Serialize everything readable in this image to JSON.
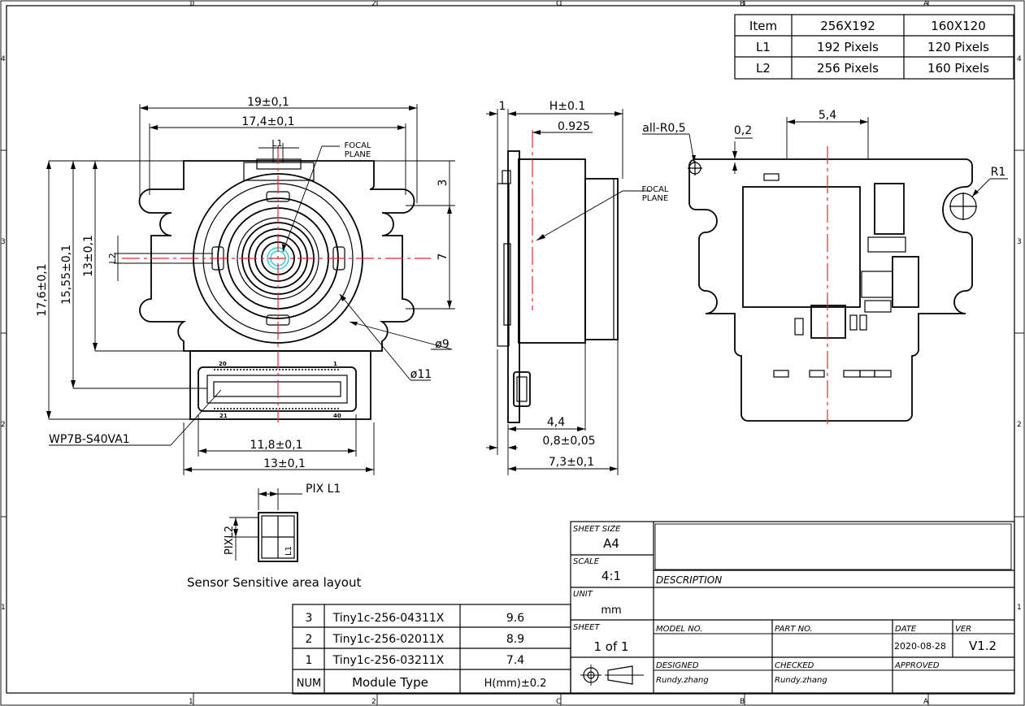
{
  "border_zones": {
    "top": [
      "1",
      "2",
      "C",
      "B",
      "A"
    ],
    "bottom": [
      "1",
      "2",
      "C",
      "B",
      "A"
    ],
    "left": [
      "4",
      "3",
      "2",
      "1"
    ],
    "right": [
      "4",
      "3",
      "2",
      "1"
    ]
  },
  "pixel_table": {
    "headers": [
      "Item",
      "256X192",
      "160X120"
    ],
    "rows": [
      [
        "L1",
        "192 Pixels",
        "120 Pixels"
      ],
      [
        "L2",
        "256 Pixels",
        "160 Pixels"
      ]
    ]
  },
  "front_view": {
    "dim_width_outer": "19±0,1",
    "dim_width_inner": "17,4±0,1",
    "dim_l1": "L1",
    "focal_plane_1": "FOCAL",
    "focal_plane_2": "PLANE",
    "dim_3": "3",
    "dim_7": "7",
    "dim_height_total": "17,6±0,1",
    "dim_height_mid": "15,55±0,1",
    "dim_height_inner": "13±0,1",
    "dim_l2": "L2",
    "dia_9": "ø9",
    "dia_11": "ø11",
    "connector_pin_20": "20",
    "connector_pin_1": "1",
    "connector_pin_21": "21",
    "connector_pin_40": "40",
    "connector_label": "WP7B-S40VA1",
    "dim_bottom_inner": "11,8±0,1",
    "dim_bottom_outer": "13±0,1"
  },
  "side_view": {
    "dim_1": "1",
    "dim_h": "H±0.1",
    "dim_0925": "0.925",
    "focal_plane_1": "FOCAL",
    "focal_plane_2": "PLANE",
    "dim_44": "4,4",
    "dim_08": "0,8±0,05",
    "dim_73": "7,3±0,1"
  },
  "back_view": {
    "dim_r05": "all-R0,5",
    "dim_02": "0,2",
    "dim_54": "5,4",
    "dim_r1": "R1"
  },
  "sensor_layout": {
    "pix_l1": "PIX L1",
    "pix_l2": "PIXL2",
    "l1": "L1",
    "caption": "Sensor Sensitive area layout"
  },
  "module_table": {
    "headers": [
      "NUM",
      "Module Type",
      "H(mm)±0.2"
    ],
    "rows": [
      [
        "3",
        "Tiny1c-256-04311X",
        "9.6"
      ],
      [
        "2",
        "Tiny1c-256-02011X",
        "8.9"
      ],
      [
        "1",
        "Tiny1c-256-03211X",
        "7.4"
      ]
    ]
  },
  "title_block": {
    "sheet_size_label": "SHEET SIZE",
    "sheet_size": "A4",
    "scale_label": "SCALE",
    "scale": "4:1",
    "unit_label": "UNIT",
    "unit": "mm",
    "sheet_label": "SHEET",
    "sheet": "1 of 1",
    "description_label": "DESCRIPTION",
    "model_no_label": "MODEL NO.",
    "part_no_label": "PART NO.",
    "date_label": "DATE",
    "date": "2020-08-28",
    "ver_label": "VER",
    "ver": "V1.2",
    "designed_label": "DESIGNED",
    "designed": "Rundy.zhang",
    "checked_label": "CHECKED",
    "checked": "Rundy.zhang",
    "approved_label": "APPROVED"
  }
}
